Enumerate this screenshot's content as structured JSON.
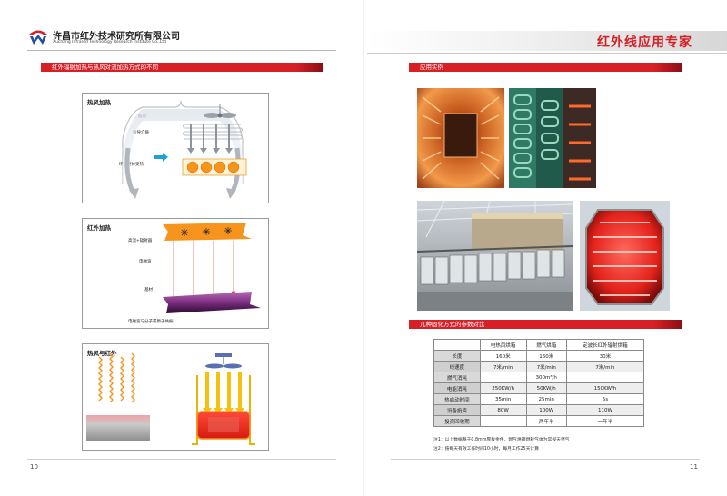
{
  "header": {
    "company_cn": "许昌市红外技术研究所有限公司",
    "company_en": "Xuchang Infrared Technology Research Institute Co.,Ltd",
    "slogan": "红外线应用专家"
  },
  "left": {
    "section_title": "红外辐射加热与热风对流加热方式的不同",
    "panel1": {
      "title": "热风加热",
      "labels": {
        "fan": "鼓风",
        "medium": "传导介质",
        "workpiece": "环绕整体受热"
      }
    },
    "panel2": {
      "title": "红外加热",
      "labels": {
        "emitter": "高温+辐射器",
        "wave": "电磁波",
        "substrate": "基材",
        "caption": "电磁波与分子或原子共振"
      }
    },
    "panel3": {
      "title": "热风与红外"
    }
  },
  "right": {
    "photos_title": "应用实例",
    "table_title": "几种固化方式的参数对比",
    "table": {
      "headers": [
        "",
        "电热风烘箱",
        "燃气烘箱",
        "定波长红外辐射烘箱"
      ],
      "rows": [
        [
          "长度",
          "160米",
          "160米",
          "30米"
        ],
        [
          "线速度",
          "7米/min",
          "7米/min",
          "7米/min"
        ],
        [
          "燃气消耗",
          "",
          "300m³/h",
          ""
        ],
        [
          "电能消耗",
          "250KW/h",
          "50KW/h",
          "150KW/h"
        ],
        [
          "热启动时间",
          "35min",
          "25min",
          "5s"
        ],
        [
          "设备投资",
          "80W",
          "100W",
          "110W"
        ],
        [
          "投资回收期",
          "",
          "两年半",
          "一年半"
        ]
      ]
    },
    "notes": [
      "注1：以上数据基于0.8mm厚板金件，燃气烘箱燃耗气体为常规天然气",
      "注2：按每天有效工作时间10小时，每月工作25天计算"
    ]
  },
  "page_numbers": {
    "left": "10",
    "right": "11"
  },
  "colors": {
    "accent": "#d71f26",
    "heat_orange": "#f7941d",
    "substrate_purple": "#7b2c7f"
  }
}
